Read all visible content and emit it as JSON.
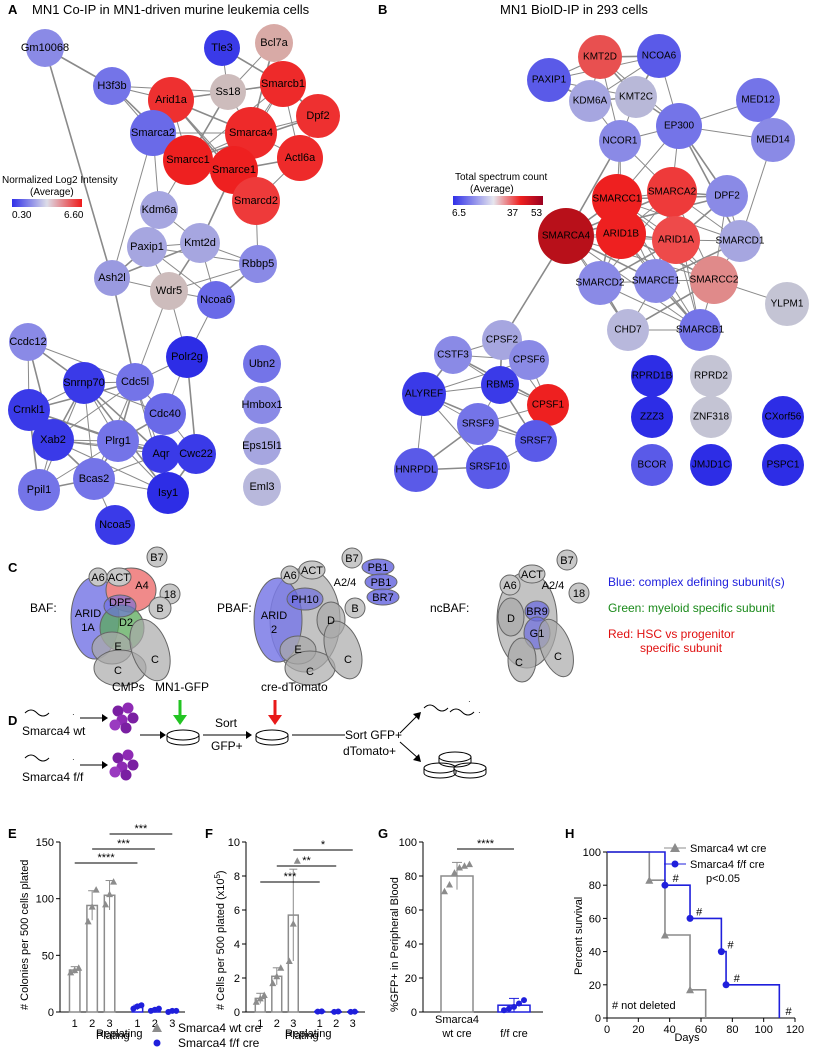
{
  "panel_A": {
    "letter": "A",
    "title": "MN1 Co-IP in MN1-driven murine leukemia cells",
    "legend_title": "Normalized Log2 Intensity",
    "legend_sub": "(Average)",
    "legend_min": "0.30",
    "legend_max": "6.60",
    "nodes": [
      {
        "id": "Gm10068",
        "label": "Gm10068",
        "color": "#8a8ae6"
      },
      {
        "id": "H3f3b",
        "label": "H3f3b",
        "color": "#7474e8"
      },
      {
        "id": "Tle3",
        "label": "Tle3",
        "color": "#3a3ae8"
      },
      {
        "id": "Bcl7a",
        "label": "Bcl7a",
        "color": "#d8aaa6"
      },
      {
        "id": "Ss18",
        "label": "Ss18",
        "color": "#cdbcbc"
      },
      {
        "id": "Smarcb1",
        "label": "Smarcb1",
        "color": "#ee2a2a"
      },
      {
        "id": "Arid1a",
        "label": "Arid1a",
        "color": "#ee3030"
      },
      {
        "id": "Dpf2",
        "label": "Dpf2",
        "color": "#ee3030"
      },
      {
        "id": "Smarca2",
        "label": "Smarca2",
        "color": "#6a6ae8"
      },
      {
        "id": "Smarca4",
        "label": "Smarca4",
        "color": "#ee2a2a"
      },
      {
        "id": "Actl6a",
        "label": "Actl6a",
        "color": "#ee2a2a"
      },
      {
        "id": "Smarcc1",
        "label": "Smarcc1",
        "color": "#ee2020"
      },
      {
        "id": "Smarce1",
        "label": "Smarce1",
        "color": "#ee2020"
      },
      {
        "id": "Smarcd2",
        "label": "Smarcd2",
        "color": "#ee3a3a"
      },
      {
        "id": "Kdm6a",
        "label": "Kdm6a",
        "color": "#a6a6e0"
      },
      {
        "id": "Paxip1",
        "label": "Paxip1",
        "color": "#a6a6e0"
      },
      {
        "id": "Kmt2d",
        "label": "Kmt2d",
        "color": "#a6a6e0"
      },
      {
        "id": "Rbbp5",
        "label": "Rbbp5",
        "color": "#8a8ae6"
      },
      {
        "id": "Ash2l",
        "label": "Ash2l",
        "color": "#9a9ae0"
      },
      {
        "id": "Wdr5",
        "label": "Wdr5",
        "color": "#cdbcbc"
      },
      {
        "id": "Ncoa6",
        "label": "Ncoa6",
        "color": "#6a6ae8"
      },
      {
        "id": "Ccdc12",
        "label": "Ccdc12",
        "color": "#8a8ae6"
      },
      {
        "id": "Snrnp70",
        "label": "Snrnp70",
        "color": "#3a3ae8"
      },
      {
        "id": "Cdc5l",
        "label": "Cdc5l",
        "color": "#7474e8"
      },
      {
        "id": "Polr2g",
        "label": "Polr2g",
        "color": "#2d2de6"
      },
      {
        "id": "Crnkl1",
        "label": "Crnkl1",
        "color": "#3a3ae8"
      },
      {
        "id": "Cdc40",
        "label": "Cdc40",
        "color": "#6a6ae8"
      },
      {
        "id": "Xab2",
        "label": "Xab2",
        "color": "#3a3ae8"
      },
      {
        "id": "Plrg1",
        "label": "Plrg1",
        "color": "#7474e8"
      },
      {
        "id": "Aqr",
        "label": "Aqr",
        "color": "#3a3ae8"
      },
      {
        "id": "Cwc22",
        "label": "Cwc22",
        "color": "#3a3ae8"
      },
      {
        "id": "Ppil1",
        "label": "Ppil1",
        "color": "#7474e8"
      },
      {
        "id": "Bcas2",
        "label": "Bcas2",
        "color": "#7474e8"
      },
      {
        "id": "Isy1",
        "label": "Isy1",
        "color": "#2d2de6"
      },
      {
        "id": "Ncoa5",
        "label": "Ncoa5",
        "color": "#3a3ae8"
      },
      {
        "id": "Ubn2",
        "label": "Ubn2",
        "color": "#7474e8"
      },
      {
        "id": "Hmbox1",
        "label": "Hmbox1",
        "color": "#8a8ae6"
      },
      {
        "id": "Eps15l1",
        "label": "Eps15l1",
        "color": "#a6a6e0"
      },
      {
        "id": "Eml3",
        "label": "Eml3",
        "color": "#b8b8dc"
      }
    ]
  },
  "panel_B": {
    "letter": "B",
    "title": "MN1 BioID-IP in 293 cells",
    "legend_title": "Total spectrum count",
    "legend_sub": "(Average)",
    "legend_min": "6.5",
    "legend_mid": "37",
    "legend_max": "53",
    "nodes": [
      {
        "id": "KMT2D",
        "label": "KMT2D",
        "color": "#e85050"
      },
      {
        "id": "NCOA6",
        "label": "NCOA6",
        "color": "#5a5ae8"
      },
      {
        "id": "PAXIP1",
        "label": "PAXIP1",
        "color": "#5a5ae8"
      },
      {
        "id": "KDM6A",
        "label": "KDM6A",
        "color": "#a6a6e0"
      },
      {
        "id": "KMT2C",
        "label": "KMT2C",
        "color": "#b8b8d8"
      },
      {
        "id": "MED12",
        "label": "MED12",
        "color": "#7474e8"
      },
      {
        "id": "EP300",
        "label": "EP300",
        "color": "#7474e8"
      },
      {
        "id": "NCOR1",
        "label": "NCOR1",
        "color": "#8a8ae6"
      },
      {
        "id": "MED14",
        "label": "MED14",
        "color": "#8a8ae6"
      },
      {
        "id": "SMARCA2",
        "label": "SMARCA2",
        "color": "#ee3a3a"
      },
      {
        "id": "SMARCC1",
        "label": "SMARCC1",
        "color": "#ee2020"
      },
      {
        "id": "DPF2",
        "label": "DPF2",
        "color": "#8a8ae6"
      },
      {
        "id": "SMARCA4",
        "label": "SMARCA4",
        "color": "#b8101a"
      },
      {
        "id": "ARID1B",
        "label": "ARID1B",
        "color": "#ee2020"
      },
      {
        "id": "ARID1A",
        "label": "ARID1A",
        "color": "#ee4a4a"
      },
      {
        "id": "SMARCD1",
        "label": "SMARCD1",
        "color": "#a6a6e0"
      },
      {
        "id": "SMARCD2",
        "label": "SMARCD2",
        "color": "#8a8ae6"
      },
      {
        "id": "SMARCE1",
        "label": "SMARCE1",
        "color": "#8a8ae6"
      },
      {
        "id": "SMARCC2",
        "label": "SMARCC2",
        "color": "#e08a8a"
      },
      {
        "id": "YLPM1",
        "label": "YLPM1",
        "color": "#c4c4d4"
      },
      {
        "id": "CPSF2",
        "label": "CPSF2",
        "color": "#a6a6e0"
      },
      {
        "id": "CHD7",
        "label": "CHD7",
        "color": "#b8b8dc"
      },
      {
        "id": "SMARCB1",
        "label": "SMARCB1",
        "color": "#7474e8"
      },
      {
        "id": "CSTF3",
        "label": "CSTF3",
        "color": "#8a8ae6"
      },
      {
        "id": "CPSF6",
        "label": "CPSF6",
        "color": "#8a8ae6"
      },
      {
        "id": "RBM5",
        "label": "RBM5",
        "color": "#3a3ae8"
      },
      {
        "id": "ALYREF",
        "label": "ALYREF",
        "color": "#3a3ae8"
      },
      {
        "id": "CPSF1",
        "label": "CPSF1",
        "color": "#ee2020"
      },
      {
        "id": "SRSF9",
        "label": "SRSF9",
        "color": "#7474e8"
      },
      {
        "id": "SRSF7",
        "label": "SRSF7",
        "color": "#5a5ae8"
      },
      {
        "id": "HNRPDL",
        "label": "HNRPDL",
        "color": "#5a5ae8"
      },
      {
        "id": "SRSF10",
        "label": "SRSF10",
        "color": "#5a5ae8"
      },
      {
        "id": "RPRD1B",
        "label": "RPRD1B",
        "color": "#2d2de6"
      },
      {
        "id": "RPRD2",
        "label": "RPRD2",
        "color": "#c4c4d4"
      },
      {
        "id": "ZZZ3",
        "label": "ZZZ3",
        "color": "#2d2de6"
      },
      {
        "id": "ZNF318",
        "label": "ZNF318",
        "color": "#c4c4d4"
      },
      {
        "id": "CXorf56",
        "label": "CXorf56",
        "color": "#2d2de6"
      },
      {
        "id": "BCOR",
        "label": "BCOR",
        "color": "#5a5ae8"
      },
      {
        "id": "JMJD1C",
        "label": "JMJD1C",
        "color": "#2d2de6"
      },
      {
        "id": "PSPC1",
        "label": "PSPC1",
        "color": "#2d2de6"
      }
    ]
  },
  "panel_C": {
    "letter": "C",
    "baf_label": "BAF:",
    "pbaf_label": "PBAF:",
    "ncbaf_label": "ncBAF:",
    "baf": {
      "b7": "B7",
      "a6": "A6",
      "act": "ACT",
      "a4": "A4",
      "n18": "18",
      "arid1": "ARID",
      "arid2": "1A",
      "dpf": "DPF",
      "d2": "D2",
      "b": "B",
      "e": "E",
      "c1": "C",
      "c2": "C"
    },
    "pbaf": {
      "b7": "B7",
      "a6": "A6",
      "act": "ACT",
      "a24": "A2/4",
      "pb1a": "PB1",
      "pb1b": "PB1",
      "br7": "BR7",
      "arid1": "ARID",
      "arid2": "2",
      "ph10": "PH10",
      "d": "D",
      "b": "B",
      "e": "E",
      "c1": "C",
      "c2": "C"
    },
    "ncbaf": {
      "b7": "B7",
      "a6": "A6",
      "act": "ACT",
      "a24": "A2/4",
      "n18": "18",
      "br9": "BR9",
      "d": "D",
      "g1": "G1",
      "c1": "C",
      "c2": "C"
    },
    "key_blue": "Blue: complex defining subunit(s)",
    "key_green": "Green: myeloid specific subunit",
    "key_red1": "Red: HSC vs progenitor",
    "key_red2": "specific subunit"
  },
  "panel_D": {
    "letter": "D",
    "cmps": "CMPs",
    "mn1gfp": "MN1-GFP",
    "credt": "cre-dTomato",
    "wt": "Smarca4 wt",
    "ff": "Smarca4 f/f",
    "sort1a": "Sort",
    "sort1b": "GFP+",
    "sort2a": "Sort GFP+",
    "sort2b": "dTomato+"
  },
  "panel_E": {
    "letter": "E",
    "ylabel": "# Colonies per 500 cells plated",
    "xlabel": "Plating",
    "xlabel_overlap": "Replating",
    "yticks": [
      "0",
      "50",
      "100",
      "150"
    ],
    "xticks": [
      "1",
      "2",
      "3",
      "1",
      "2",
      "3"
    ],
    "sig": [
      "***",
      "***",
      "****"
    ]
  },
  "panel_F": {
    "letter": "F",
    "ylabel": "# Cells per 500 plated (x10",
    "ylabel_sup": "5",
    "ylabel_end": ")",
    "xlabel": "Plating",
    "xlabel_overlap": "Replating",
    "yticks": [
      "0",
      "2",
      "4",
      "6",
      "8",
      "10"
    ],
    "xticks": [
      "1",
      "2",
      "3",
      "1",
      "2",
      "3"
    ],
    "sig": [
      "*",
      "**",
      "***"
    ]
  },
  "panel_G": {
    "letter": "G",
    "ylabel": "%GFP+ in Peripheral Blood",
    "yticks": [
      "0",
      "20",
      "40",
      "60",
      "80",
      "100"
    ],
    "cat1a": "Smarca4",
    "cat1b": "wt cre",
    "cat2": "f/f cre",
    "sig": "****"
  },
  "panel_H": {
    "letter": "H",
    "ylabel": "Percent survival",
    "xlabel": "Days",
    "yticks": [
      "0",
      "20",
      "40",
      "60",
      "80",
      "100"
    ],
    "xticks": [
      "0",
      "20",
      "40",
      "60",
      "80",
      "100",
      "120"
    ],
    "legend_wt": "Smarca4 wt cre",
    "legend_ff": "Smarca4 f/f cre",
    "pval": "p<0.05",
    "hash": "#",
    "note": "# not deleted"
  },
  "bottom_legend": {
    "wt": "Smarca4 wt cre",
    "ff": "Smarca4 f/f cre"
  },
  "colors": {
    "wt_gray": "#8c8c8c",
    "ff_blue": "#1f1fdc",
    "blue_key": "#2020dd",
    "green_key": "#1a8a1a",
    "red_key": "#e01010"
  },
  "chart_data": [
    {
      "panel": "E",
      "type": "bar",
      "categories": [
        "1",
        "2",
        "3",
        "1",
        "2",
        "3"
      ],
      "ylabel": "# Colonies per 500 cells plated",
      "xlabel": "Plating",
      "ylim": [
        0,
        150
      ],
      "series": [
        {
          "name": "Smarca4 wt cre",
          "values": [
            37,
            94,
            103,
            0,
            0,
            0
          ],
          "errors": [
            3,
            13,
            13,
            0,
            0,
            0
          ],
          "points": [
            [
              35,
              37,
              39
            ],
            [
              80,
              93,
              108
            ],
            [
              95,
              104,
              115
            ]
          ]
        },
        {
          "name": "Smarca4 f/f cre",
          "values": [
            0,
            0,
            0,
            4,
            2,
            1
          ],
          "errors": [
            0,
            0,
            0,
            2,
            1,
            1
          ],
          "points": [
            [
              3,
              5,
              6
            ],
            [
              1,
              2,
              3
            ],
            [
              0,
              1,
              1
            ]
          ]
        }
      ]
    },
    {
      "panel": "F",
      "type": "bar",
      "categories": [
        "1",
        "2",
        "3",
        "1",
        "2",
        "3"
      ],
      "ylabel": "# Cells per 500 plated (x10^5)",
      "xlabel": "Plating",
      "ylim": [
        0,
        10
      ],
      "series": [
        {
          "name": "Smarca4 wt cre",
          "values": [
            0.8,
            2.1,
            5.7,
            0,
            0,
            0
          ],
          "errors": [
            0.3,
            0.5,
            2.7,
            0,
            0,
            0
          ],
          "points": [
            [
              0.6,
              0.8,
              1.0
            ],
            [
              1.7,
              2.1,
              2.6
            ],
            [
              3.0,
              5.2,
              8.9
            ]
          ]
        },
        {
          "name": "Smarca4 f/f cre",
          "values": [
            0,
            0,
            0,
            0.03,
            0.02,
            0.02
          ],
          "errors": [
            0,
            0,
            0,
            0.02,
            0.01,
            0.01
          ],
          "points": [
            [
              0.02,
              0.04
            ],
            [
              0.01,
              0.03
            ],
            [
              0.01,
              0.02
            ]
          ]
        }
      ]
    },
    {
      "panel": "G",
      "type": "bar",
      "categories": [
        "Smarca4 wt cre",
        "f/f cre"
      ],
      "ylabel": "%GFP+ in Peripheral Blood",
      "ylim": [
        0,
        100
      ],
      "series": [
        {
          "name": "Smarca4 wt cre",
          "values": [
            80
          ],
          "errors": [
            8
          ],
          "points": [
            71,
            75,
            82,
            85,
            86,
            87
          ]
        },
        {
          "name": "Smarca4 f/f cre",
          "values": [
            4
          ],
          "errors": [
            4
          ],
          "points": [
            1,
            2,
            3,
            5,
            7
          ]
        }
      ]
    },
    {
      "panel": "H",
      "type": "line",
      "ylabel": "Percent survival",
      "xlabel": "Days",
      "xlim": [
        0,
        120
      ],
      "ylim": [
        0,
        100
      ],
      "series": [
        {
          "name": "Smarca4 wt cre",
          "x": [
            0,
            27,
            27,
            37,
            37,
            53,
            53,
            63,
            63
          ],
          "y": [
            100,
            100,
            83,
            83,
            50,
            50,
            17,
            17,
            0
          ]
        },
        {
          "name": "Smarca4 f/f cre",
          "x": [
            0,
            37,
            37,
            53,
            53,
            73,
            73,
            76,
            76,
            110,
            110
          ],
          "y": [
            100,
            100,
            80,
            80,
            60,
            60,
            40,
            40,
            20,
            20,
            0
          ]
        }
      ]
    }
  ]
}
